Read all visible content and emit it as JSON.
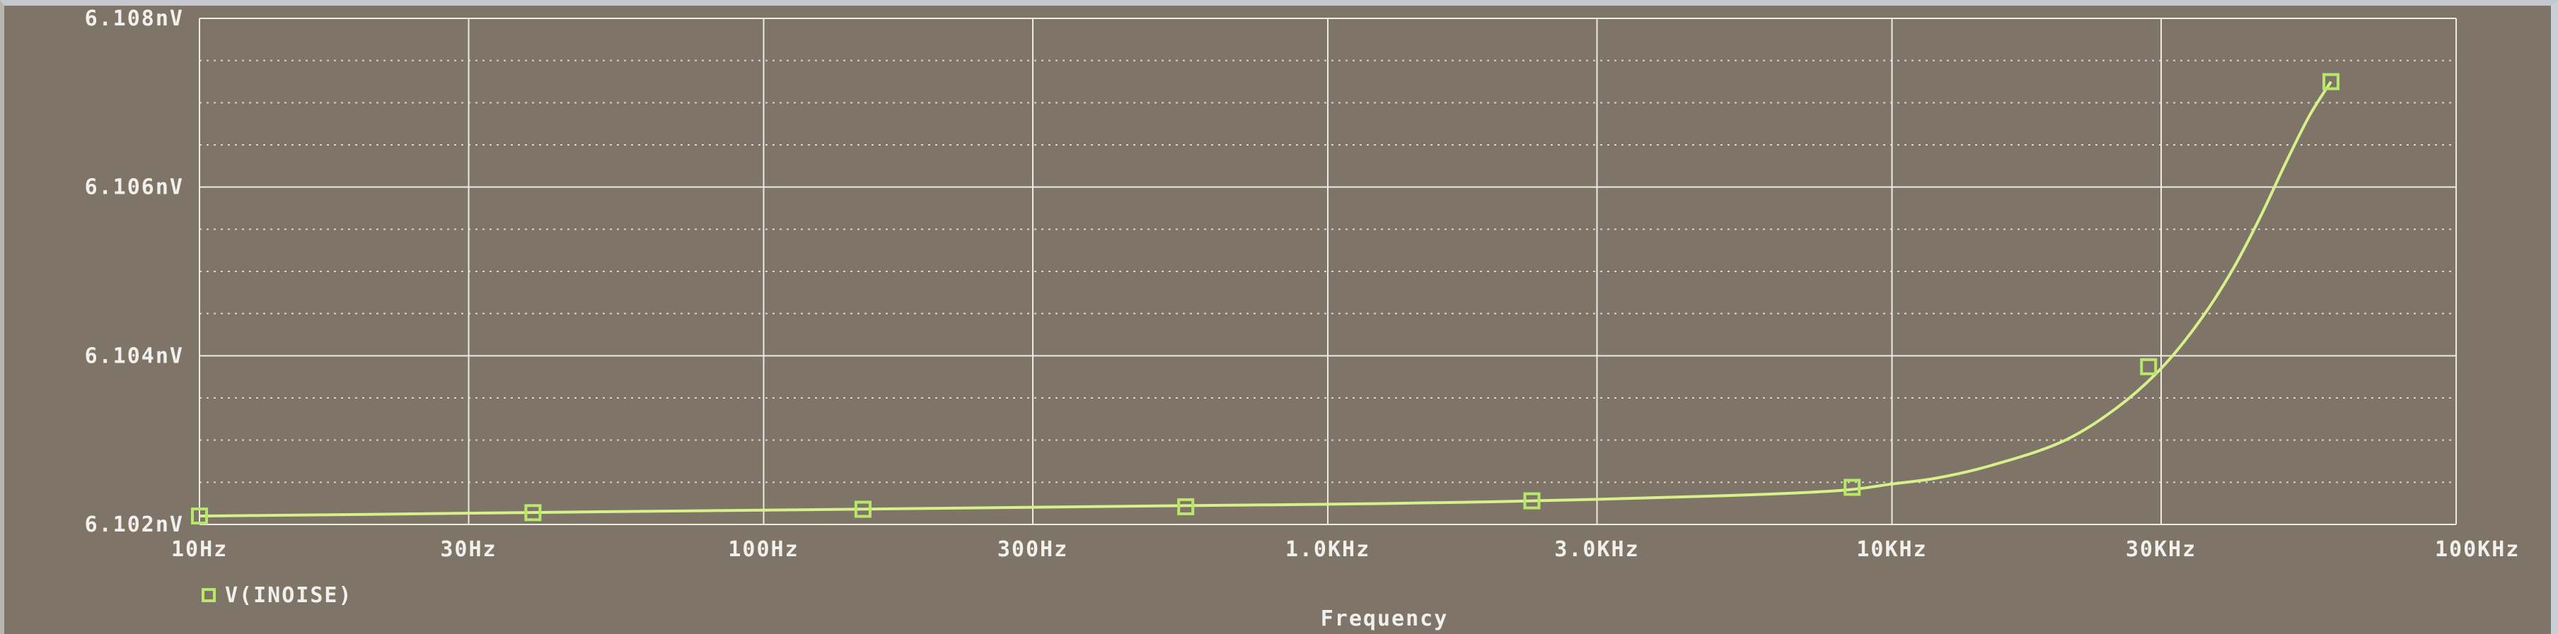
{
  "colors": {
    "plot_background": "#7f7468",
    "grid_major": "#eeeae4",
    "grid_minor": "#d8d4ce",
    "trace": "#d6f08a",
    "marker": "#b8e86a",
    "text": "#f1f0ec"
  },
  "chart_data": {
    "type": "line",
    "title": "",
    "xlabel": "Frequency",
    "ylabel": "",
    "x_scale": "log",
    "xlim": [
      10,
      100000
    ],
    "ylim": [
      6.102,
      6.108
    ],
    "y_unit": "nV",
    "grid": true,
    "legend_placement": "bottom-left",
    "x_ticks": [
      {
        "value": 10,
        "label": "10Hz"
      },
      {
        "value": 30,
        "label": "30Hz"
      },
      {
        "value": 100,
        "label": "100Hz"
      },
      {
        "value": 300,
        "label": "300Hz"
      },
      {
        "value": 1000,
        "label": "1.0KHz"
      },
      {
        "value": 3000,
        "label": "3.0KHz"
      },
      {
        "value": 10000,
        "label": "10KHz"
      },
      {
        "value": 30000,
        "label": "30KHz"
      },
      {
        "value": 100000,
        "label": "100KHz"
      }
    ],
    "y_ticks": [
      {
        "value": 6.102,
        "label": "6.102nV"
      },
      {
        "value": 6.104,
        "label": "6.104nV"
      },
      {
        "value": 6.106,
        "label": "6.106nV"
      },
      {
        "value": 6.108,
        "label": "6.108nV"
      }
    ],
    "series": [
      {
        "name": "V(INOISE)",
        "marker": "square",
        "x": [
          10,
          20,
          50,
          100,
          200,
          500,
          1000,
          2000,
          5000,
          8000,
          10000,
          12000,
          15000,
          20000,
          25000,
          30000,
          35000,
          40000,
          45000,
          50000,
          55000,
          60000
        ],
        "y": [
          6.1021,
          6.10212,
          6.10215,
          6.10217,
          6.10219,
          6.10222,
          6.10224,
          6.10227,
          6.10234,
          6.1024,
          6.10248,
          6.10255,
          6.1027,
          6.10298,
          6.10338,
          6.10385,
          6.1044,
          6.105,
          6.10565,
          6.1063,
          6.10685,
          6.10725
        ],
        "markers_x": [
          10,
          39,
          150,
          560,
          2300,
          8500,
          28500,
          60000
        ],
        "markers_y": [
          6.1021,
          6.10214,
          6.10218,
          6.10221,
          6.10228,
          6.10244,
          6.10387,
          6.10725
        ]
      }
    ]
  }
}
